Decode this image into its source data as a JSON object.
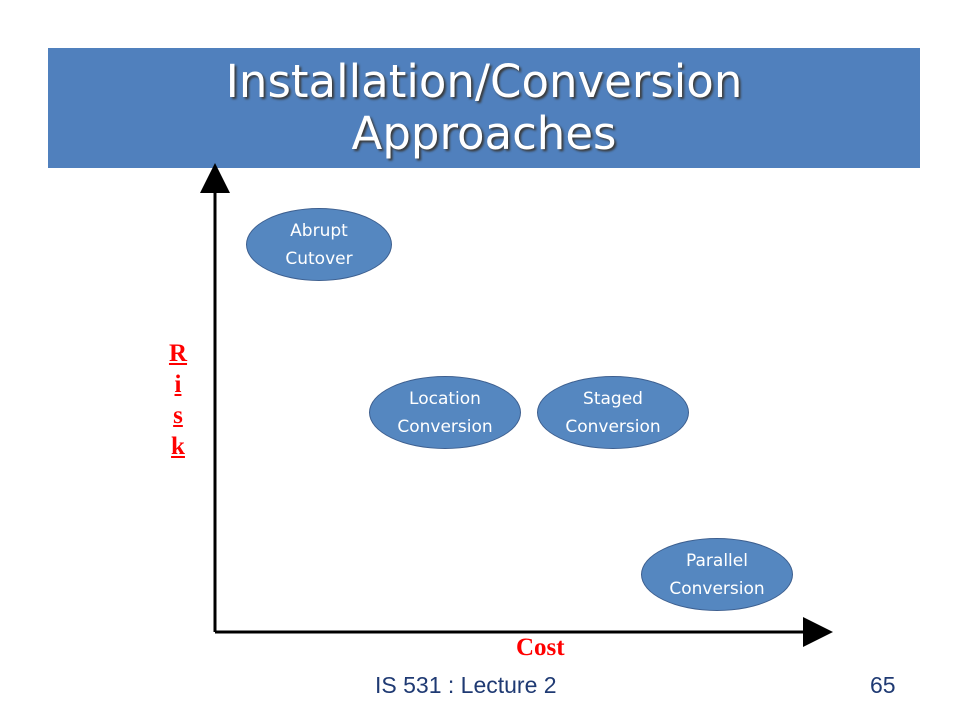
{
  "title": {
    "line1": "Installation/Conversion",
    "line2": "Approaches"
  },
  "axes": {
    "y_label_letters": [
      "R",
      "i",
      "s",
      "k"
    ],
    "x_label": "Cost",
    "label_color": "#ff0000"
  },
  "nodes": [
    {
      "id": "abrupt",
      "lines": [
        "Abrupt",
        "Cutover"
      ]
    },
    {
      "id": "location",
      "lines": [
        "Location",
        "Conversion"
      ]
    },
    {
      "id": "staged",
      "lines": [
        "Staged",
        "Conversion"
      ]
    },
    {
      "id": "parallel",
      "lines": [
        "Parallel",
        "Conversion"
      ]
    }
  ],
  "footer": {
    "text": "IS 531 : Lecture 2",
    "page": "65"
  },
  "colors": {
    "title_bar": "#5080bd",
    "node_fill": "#5587c0",
    "node_border": "#3d5f8f",
    "footer_text": "#1f3a73"
  }
}
